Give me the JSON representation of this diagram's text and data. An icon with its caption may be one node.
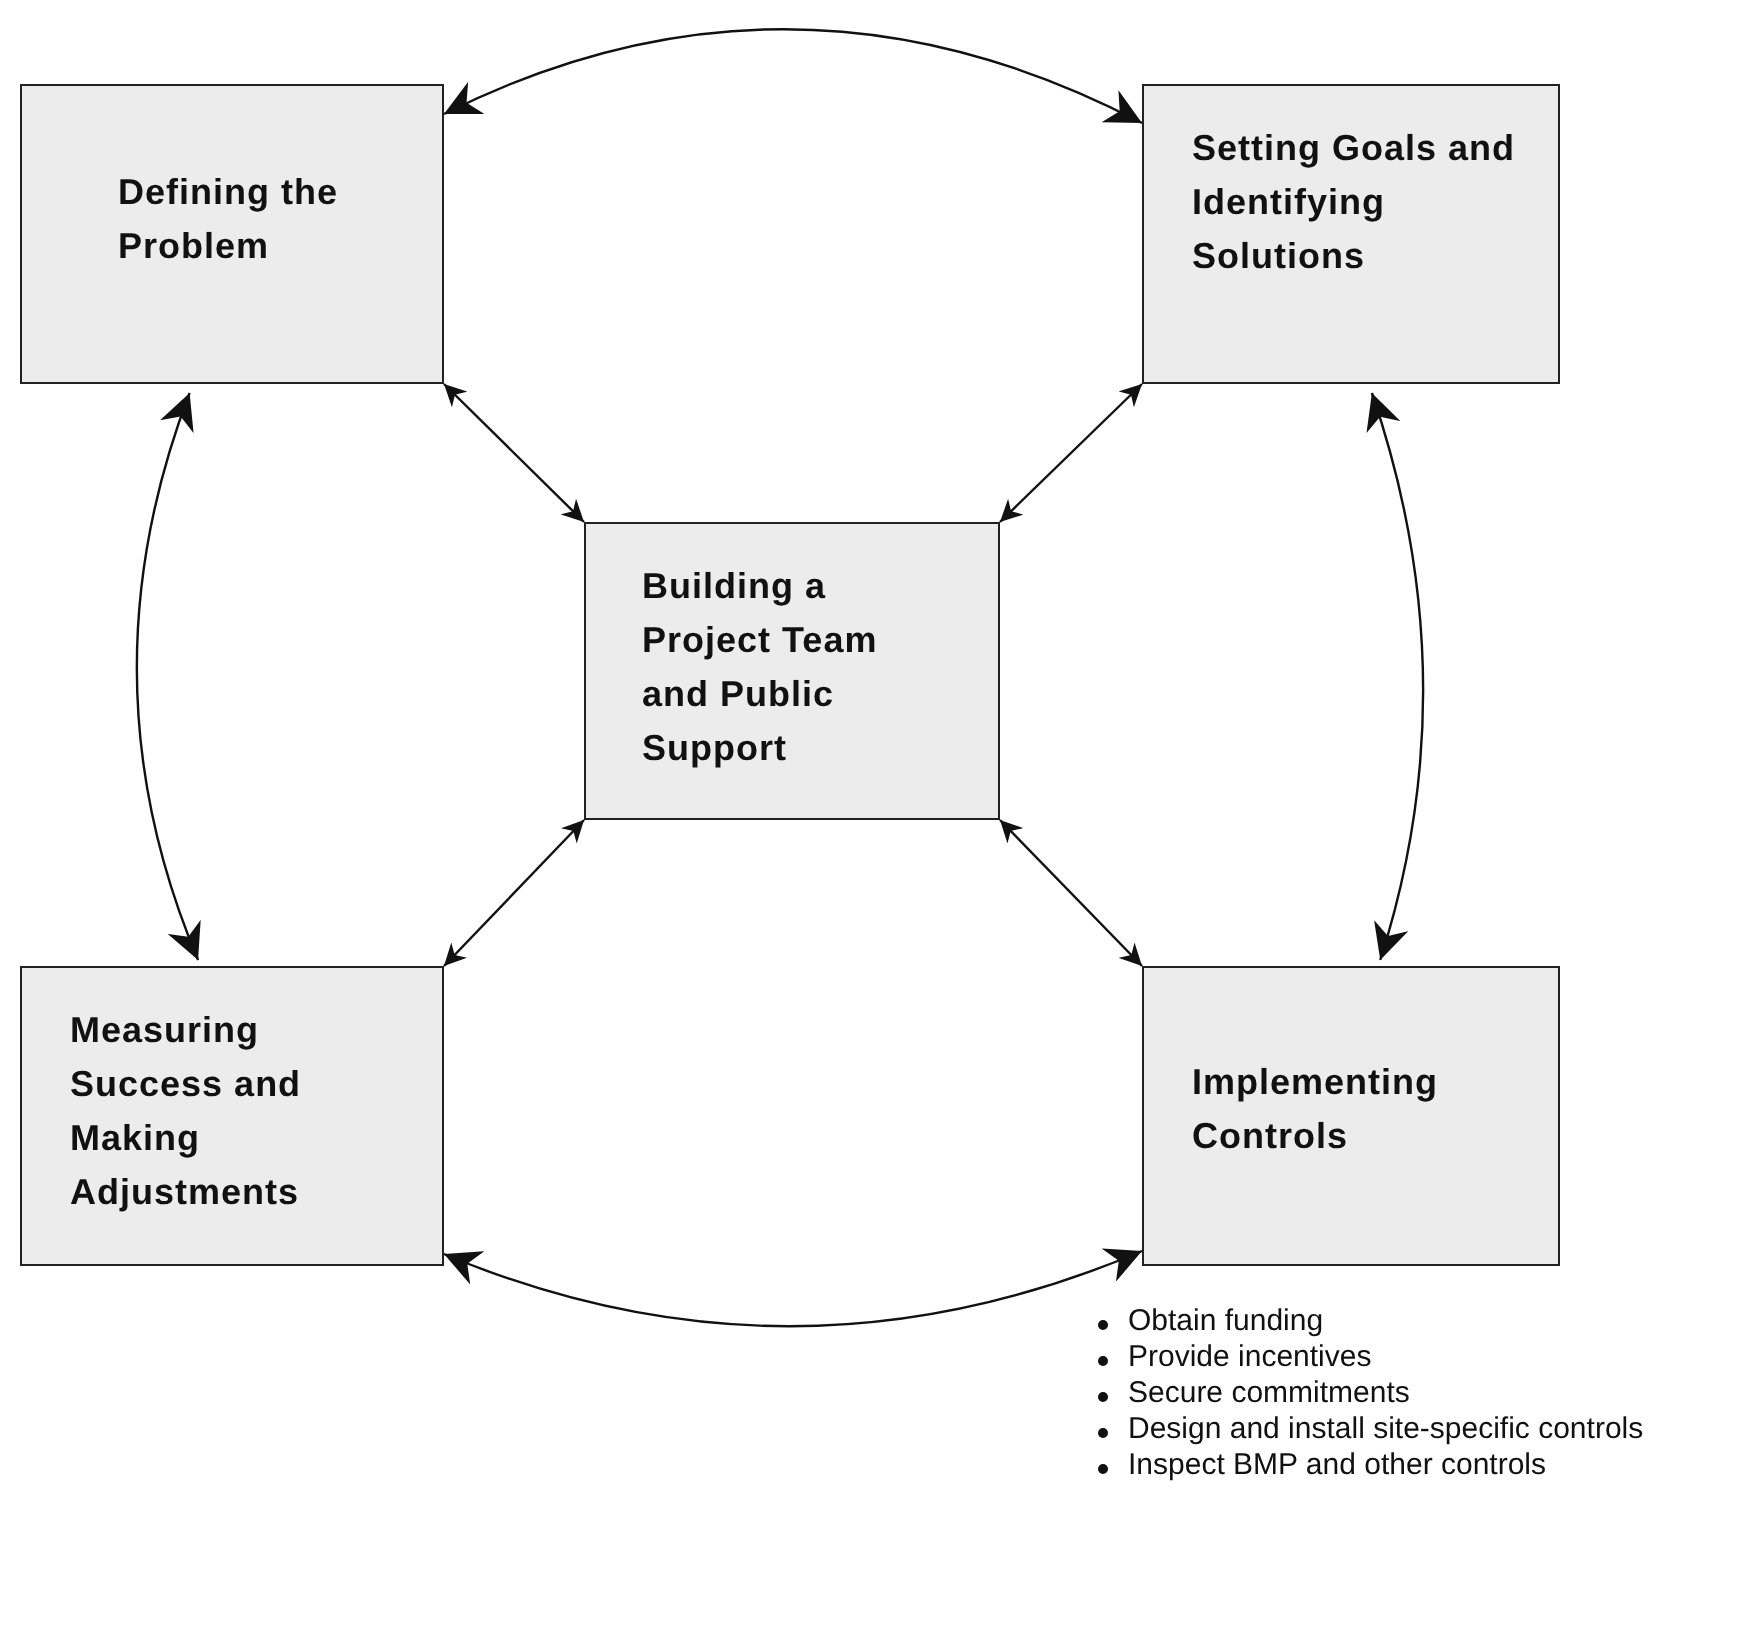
{
  "diagram": {
    "nodes": [
      {
        "text": [
          "Defining the Problem"
        ]
      },
      {
        "text": [
          "Setting Goals and Identifying Solutions"
        ]
      },
      {
        "text": [
          "Building a Project Team and Public Support"
        ]
      },
      {
        "text": [
          "Measuring Success and Making Adjustments"
        ]
      },
      {
        "text": [
          "Implementing Controls"
        ],
        "beside": [
          "Obtain funding",
          "Provide incentives",
          "Secure commitments",
          "Design and install site-specific controls",
          "Inspect BMP and other controls"
        ]
      }
    ],
    "edges": [
      {
        "from": 0,
        "to": 1,
        "arrow": "both"
      },
      {
        "from": 0,
        "to": 2,
        "arrow": "both"
      },
      {
        "from": 1,
        "to": 2,
        "arrow": "both"
      },
      {
        "from": 0,
        "to": 3,
        "arrow": "both"
      },
      {
        "from": 1,
        "to": 4,
        "arrow": "both"
      },
      {
        "from": 3,
        "to": 2,
        "arrow": "both"
      },
      {
        "from": 4,
        "to": 2,
        "arrow": "both"
      },
      {
        "from": 3,
        "to": 4,
        "arrow": "both"
      }
    ]
  }
}
